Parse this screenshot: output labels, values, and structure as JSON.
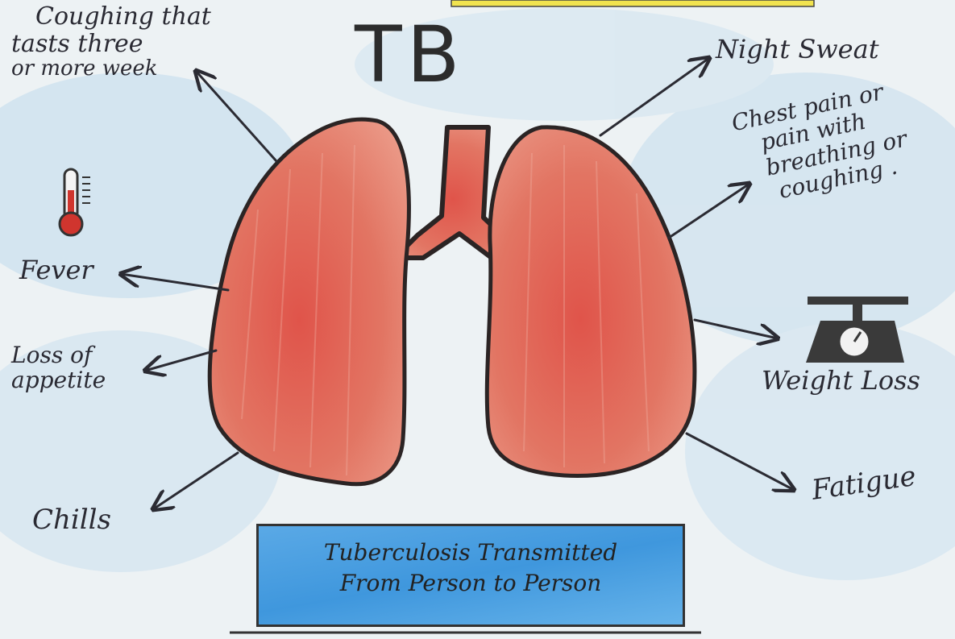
{
  "title": "TB",
  "symptoms": {
    "coughing": [
      "Coughing that",
      "tasts three",
      "or more week"
    ],
    "fever": "Fever",
    "appetite": [
      "Loss of",
      "appetite"
    ],
    "chills": "Chills",
    "night_sweat": "Night Sweat",
    "chest_pain": [
      "Chest pain or",
      "pain with",
      "breathing or",
      "coughing ."
    ],
    "weight_loss": "Weight Loss",
    "fatigue": "Fatigue"
  },
  "banner": [
    "Tuberculosis Transmitted",
    "From Person to Person"
  ],
  "colors": {
    "lung": "#e06a5a",
    "outline": "#2b2424",
    "banner": "#4a9fe0",
    "paper": "#eaf0f3"
  },
  "icons": [
    "thermometer-icon",
    "weighing-scale-icon"
  ]
}
